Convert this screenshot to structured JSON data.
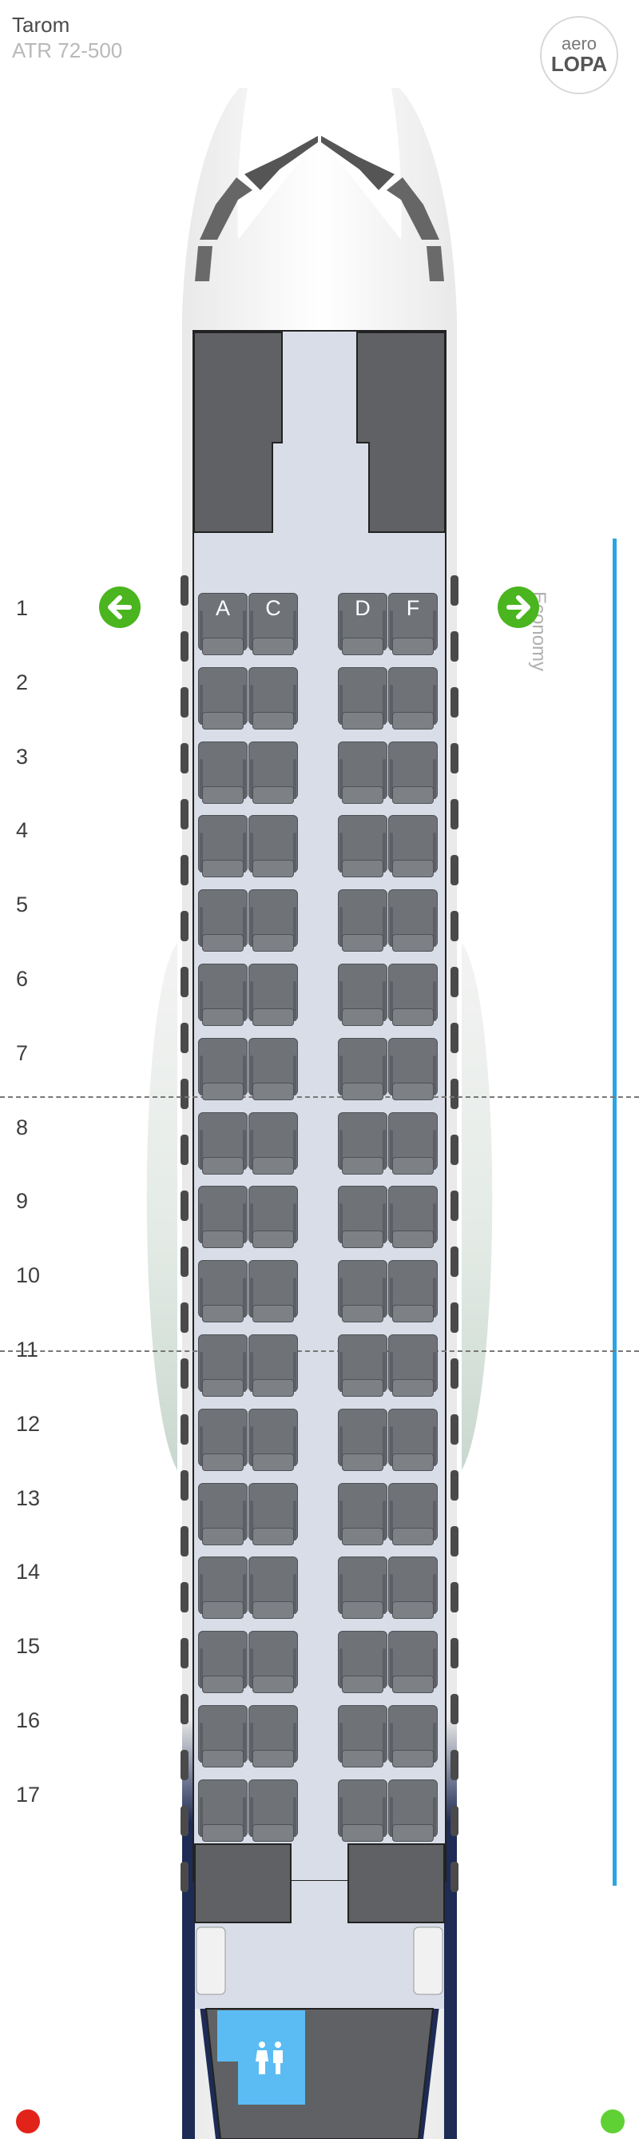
{
  "header": {
    "airline": "Tarom",
    "aircraft": "ATR 72-500"
  },
  "logo": {
    "line1": "aero",
    "line2": "LOPA"
  },
  "cabin": {
    "label": "Economy",
    "color": "#2aa5e2"
  },
  "columns": [
    "A",
    "C",
    "D",
    "F"
  ],
  "rows": [
    "1",
    "2",
    "3",
    "4",
    "5",
    "6",
    "7",
    "8",
    "9",
    "10",
    "11",
    "12",
    "13",
    "14",
    "15",
    "16",
    "17"
  ],
  "exits": [
    {
      "side": "left",
      "icon": "arrow-left-icon",
      "row": "1"
    },
    {
      "side": "right",
      "icon": "arrow-right-icon",
      "row": "1"
    }
  ],
  "lavatory": {
    "icon": "restroom-icon",
    "color": "#5bbcf3"
  },
  "colors": {
    "seat": "#6f7378",
    "cabin_floor": "#d9dde8",
    "galley": "#5f6164",
    "exit": "#4ab51f",
    "nav_red": "#e2231a",
    "nav_green": "#5fd134",
    "livery_navy": "#1d2b55"
  }
}
